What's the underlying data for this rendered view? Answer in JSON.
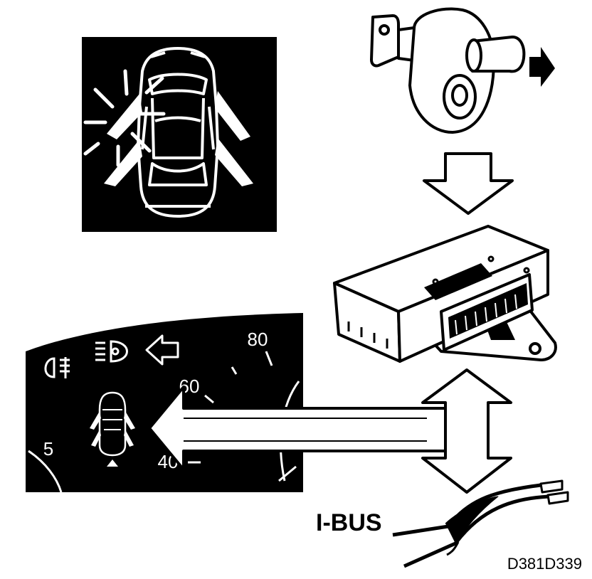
{
  "diagram": {
    "bus_label": "I-BUS",
    "figure_code": "D381D339",
    "gauge": {
      "tick_labels": [
        "80",
        "60",
        "40",
        "5"
      ]
    },
    "icons": [
      "car-doors-open-icon",
      "fog-light-icon",
      "headlight-icon",
      "turn-signal-arrow-icon",
      "door-contact-switch-icon",
      "control-module-icon",
      "bus-cable-icon"
    ],
    "colors": {
      "ink": "#000000",
      "paper": "#ffffff"
    }
  }
}
